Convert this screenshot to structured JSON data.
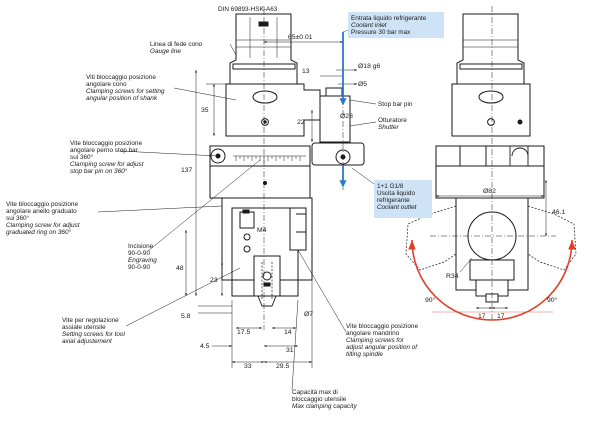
{
  "title": "DIN 69893-HSK-A63",
  "colors": {
    "coolant_box": "#cfe3f6",
    "coolant_arrow": "#2b79c9",
    "swing_arc": "#e0402a",
    "line": "#1a1a1a"
  },
  "labels": {
    "gauge_line": {
      "it": "Linea di fede cono",
      "en": "Gauge line"
    },
    "cone_screws": {
      "it": [
        "Viti bloccaggio posizione",
        "angolare cono"
      ],
      "en": [
        "Clamping screws for setting",
        "angular position of shank"
      ]
    },
    "stop_bar_screw": {
      "it": [
        "Vite bloccaggio posizione",
        "angolare perno stop bar",
        "sui 360°"
      ],
      "en": [
        "Clamping screw for adjust",
        "stop bar pin on 360°"
      ]
    },
    "ring_screw": {
      "it": [
        "Vite bloccaggio posizione",
        "angolare anello graduato",
        "sui 360°"
      ],
      "en": [
        "Clamping screw for adjust",
        "graduated ring on 360°"
      ]
    },
    "engraving": {
      "it": "Incisione",
      "en": "Engraving",
      "value": "90-0-90"
    },
    "axial_screws": {
      "it": [
        "Vite per regolazione",
        "assiale utensile"
      ],
      "en": [
        "Setting screws for tool",
        "axial adjustement"
      ]
    },
    "spindle_screws": {
      "it": [
        "Vite bloccaggio posizione",
        "angolare mandrino"
      ],
      "en": [
        "Clamping screws for",
        "adjust angular position of",
        "tilting spindle"
      ]
    },
    "capacity": {
      "it": [
        "Capacità max di",
        "bloccaggio utensile"
      ],
      "en": "Max clamping capacity"
    },
    "stop_bar_pin": "Stop bar pin",
    "shutter": {
      "it": "Otturatore",
      "en": "Shutter"
    },
    "coolant_inlet": {
      "it": "Entrata liquido refrigerante",
      "en": "Coolant inlet",
      "pressure": "Pressure 30 bar max"
    },
    "coolant_outlet": {
      "code": "1+1 G1/8",
      "it": [
        "Uscita liquido",
        "refrigerante"
      ],
      "en": "Coolant outlet"
    }
  },
  "dims": {
    "d65": "65±0.01",
    "d13": "13",
    "d18": "Ø18 g6",
    "d5": "Ø5",
    "d28": "Ø28",
    "d35": "35",
    "d22": "22",
    "d137": "137",
    "d48": "48",
    "d23": "23",
    "d58": "5.8",
    "m4": "M4",
    "d175": "17.5",
    "d14": "14",
    "d45": "4.5",
    "d31": "31",
    "d7": "Ø7",
    "d33": "33",
    "d295": "29.5",
    "d82": "Ø82",
    "d461": "46.1",
    "r34": "R34",
    "d17a": "17",
    "d17b": "17",
    "a90l": "90°",
    "a90r": "90°"
  }
}
